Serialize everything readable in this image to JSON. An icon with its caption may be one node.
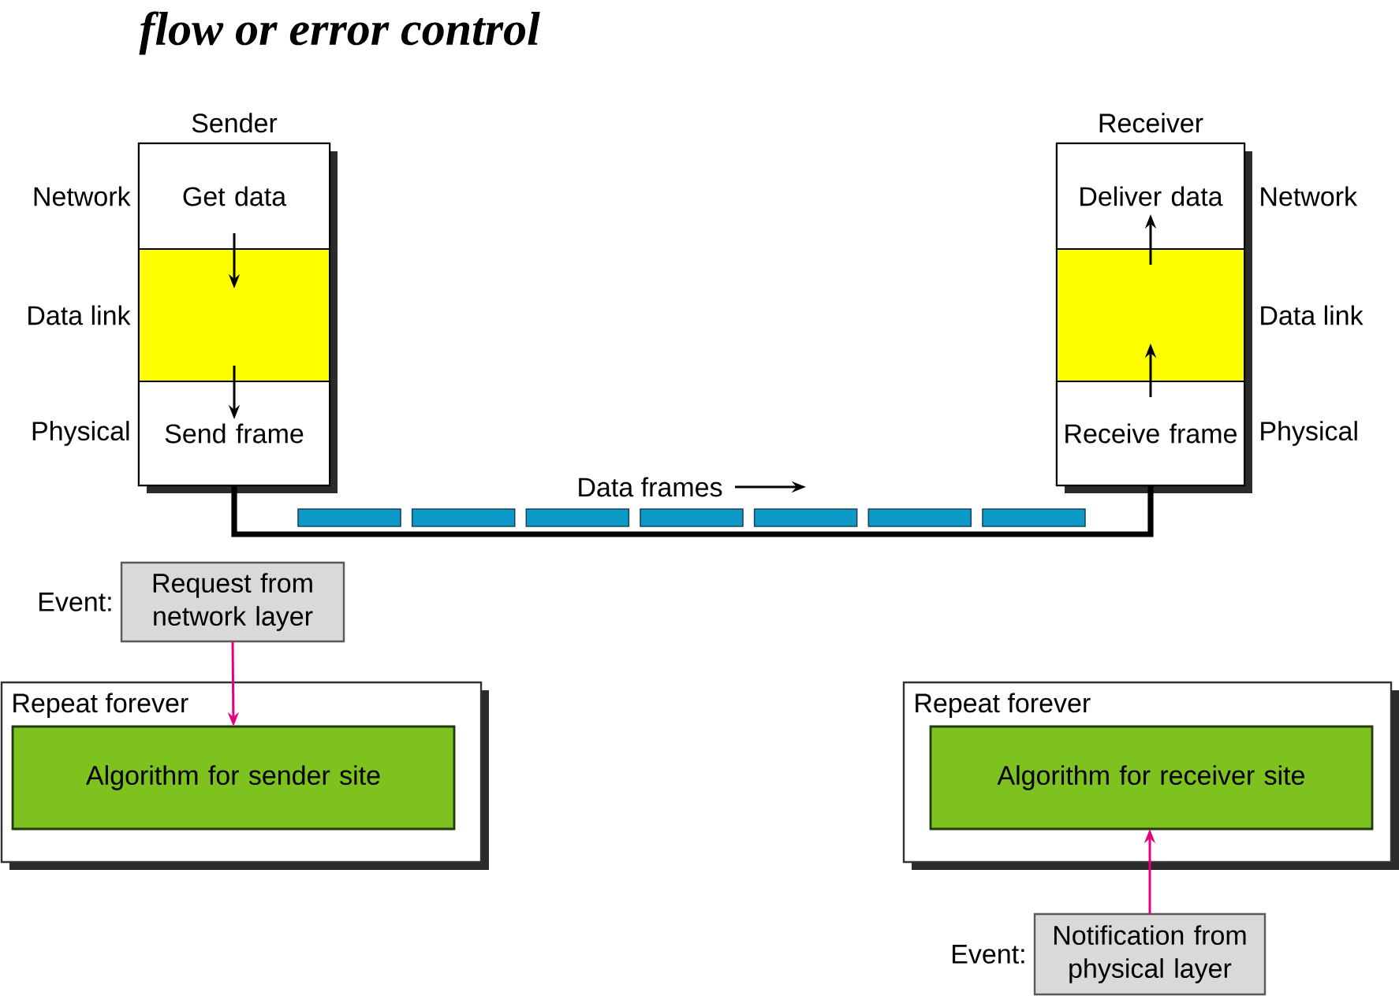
{
  "diagram": {
    "title": "flow or error control",
    "nodes": [
      {
        "text": [
          "Sender"
        ]
      },
      {
        "text": [
          "Get data"
        ],
        "in": 0,
        "beside": [
          "Network"
        ]
      },
      {
        "text": [],
        "shape": "box",
        "in": 0,
        "beside": [
          "Data link"
        ]
      },
      {
        "text": [
          "Send frame"
        ],
        "in": 0,
        "beside": [
          "Physical"
        ]
      },
      {
        "text": [
          "Receiver"
        ]
      },
      {
        "text": [
          "Deliver data"
        ],
        "in": 4,
        "beside": [
          "Network"
        ]
      },
      {
        "text": [],
        "shape": "box",
        "in": 4,
        "beside": [
          "Data link"
        ]
      },
      {
        "text": [
          "Receive frame"
        ],
        "in": 4,
        "beside": [
          "Physical"
        ]
      },
      {
        "text": [
          "Request from network layer"
        ],
        "beside": [
          "Event:"
        ]
      },
      {
        "text": [
          "Repeat forever"
        ]
      },
      {
        "text": [
          "Algorithm for sender site"
        ],
        "in": 9
      },
      {
        "text": [
          "Repeat forever"
        ]
      },
      {
        "text": [
          "Algorithm for receiver site"
        ],
        "in": 11
      },
      {
        "text": [
          "Notification from physical layer"
        ],
        "beside": [
          "Event:"
        ]
      }
    ],
    "edges": [
      {
        "from": 1,
        "to": 2,
        "arrow": "to"
      },
      {
        "from": 2,
        "to": 3,
        "arrow": "to"
      },
      {
        "from": 7,
        "to": 6,
        "arrow": "to"
      },
      {
        "from": 6,
        "to": 5,
        "arrow": "to"
      },
      {
        "from": 3,
        "to": 7,
        "arrow": "none",
        "label": "Data frames",
        "style": "thick"
      },
      {
        "from": 8,
        "to": 10,
        "arrow": "to",
        "color": "#e6007e"
      },
      {
        "from": 13,
        "to": 12,
        "arrow": "to",
        "color": "#e6007e"
      }
    ]
  }
}
